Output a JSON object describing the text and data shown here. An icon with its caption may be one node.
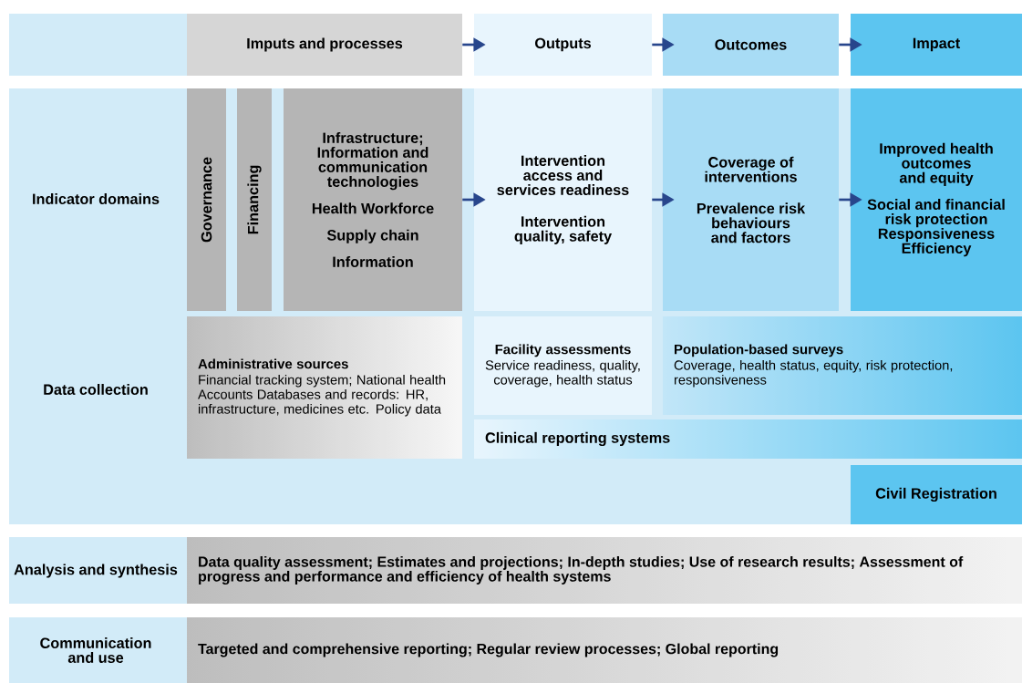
{
  "diagram": {
    "nodes": [
      {
        "text": [
          "Imputs and processes"
        ]
      },
      {
        "text": [
          "Outputs"
        ]
      },
      {
        "text": [
          "Outcomes"
        ]
      },
      {
        "text": [
          "Impact"
        ]
      },
      {
        "text": [
          "Governance"
        ]
      },
      {
        "text": [
          "Financing"
        ]
      },
      {
        "text": [
          "Infrastructure; Information and communication technologies",
          "Health Workforce",
          "Supply chain",
          "Information"
        ]
      },
      {
        "text": [
          "Intervention access and services readiness",
          "Intervention quality, safety"
        ]
      },
      {
        "text": [
          "Coverage of interventions",
          "Prevalence risk behaviours and factors"
        ]
      },
      {
        "text": [
          "Improved health outcomes and equity",
          "Social and financial risk protection",
          "Responsiveness",
          "Efficiency"
        ]
      },
      {
        "text": [
          "Administrative sources",
          "Financial tracking system; National health Accounts Databases and records: HR, infrastructure, medicines etc. Policy data"
        ]
      },
      {
        "text": [
          "Facility assessments",
          "Service readiness, quality, coverage, health status"
        ]
      },
      {
        "text": [
          "Population-based surveys",
          "Coverage, health status, equity, risk protection, responsiveness"
        ]
      },
      {
        "text": [
          "Clinical reporting systems"
        ]
      },
      {
        "text": [
          "Civil Registration"
        ]
      },
      {
        "text": [
          "Data quality assessment; Estimates and projections; In-depth studies; Use of research results; Assessment of progress and performance and efficiency of health systems"
        ]
      },
      {
        "text": [
          "Targeted and comprehensive reporting; Regular review processes; Global reporting"
        ]
      }
    ],
    "edges": [
      {
        "from": 0,
        "to": 1,
        "arrow": "to"
      },
      {
        "from": 1,
        "to": 2,
        "arrow": "to"
      },
      {
        "from": 2,
        "to": 3,
        "arrow": "to"
      },
      {
        "from": 6,
        "to": 7,
        "arrow": "to"
      },
      {
        "from": 7,
        "to": 8,
        "arrow": "to"
      },
      {
        "from": 8,
        "to": 9,
        "arrow": "to"
      }
    ],
    "labels": [
      "Indicator domains",
      "Data collection",
      "Analysis and synthesis",
      "Communication and use"
    ]
  }
}
